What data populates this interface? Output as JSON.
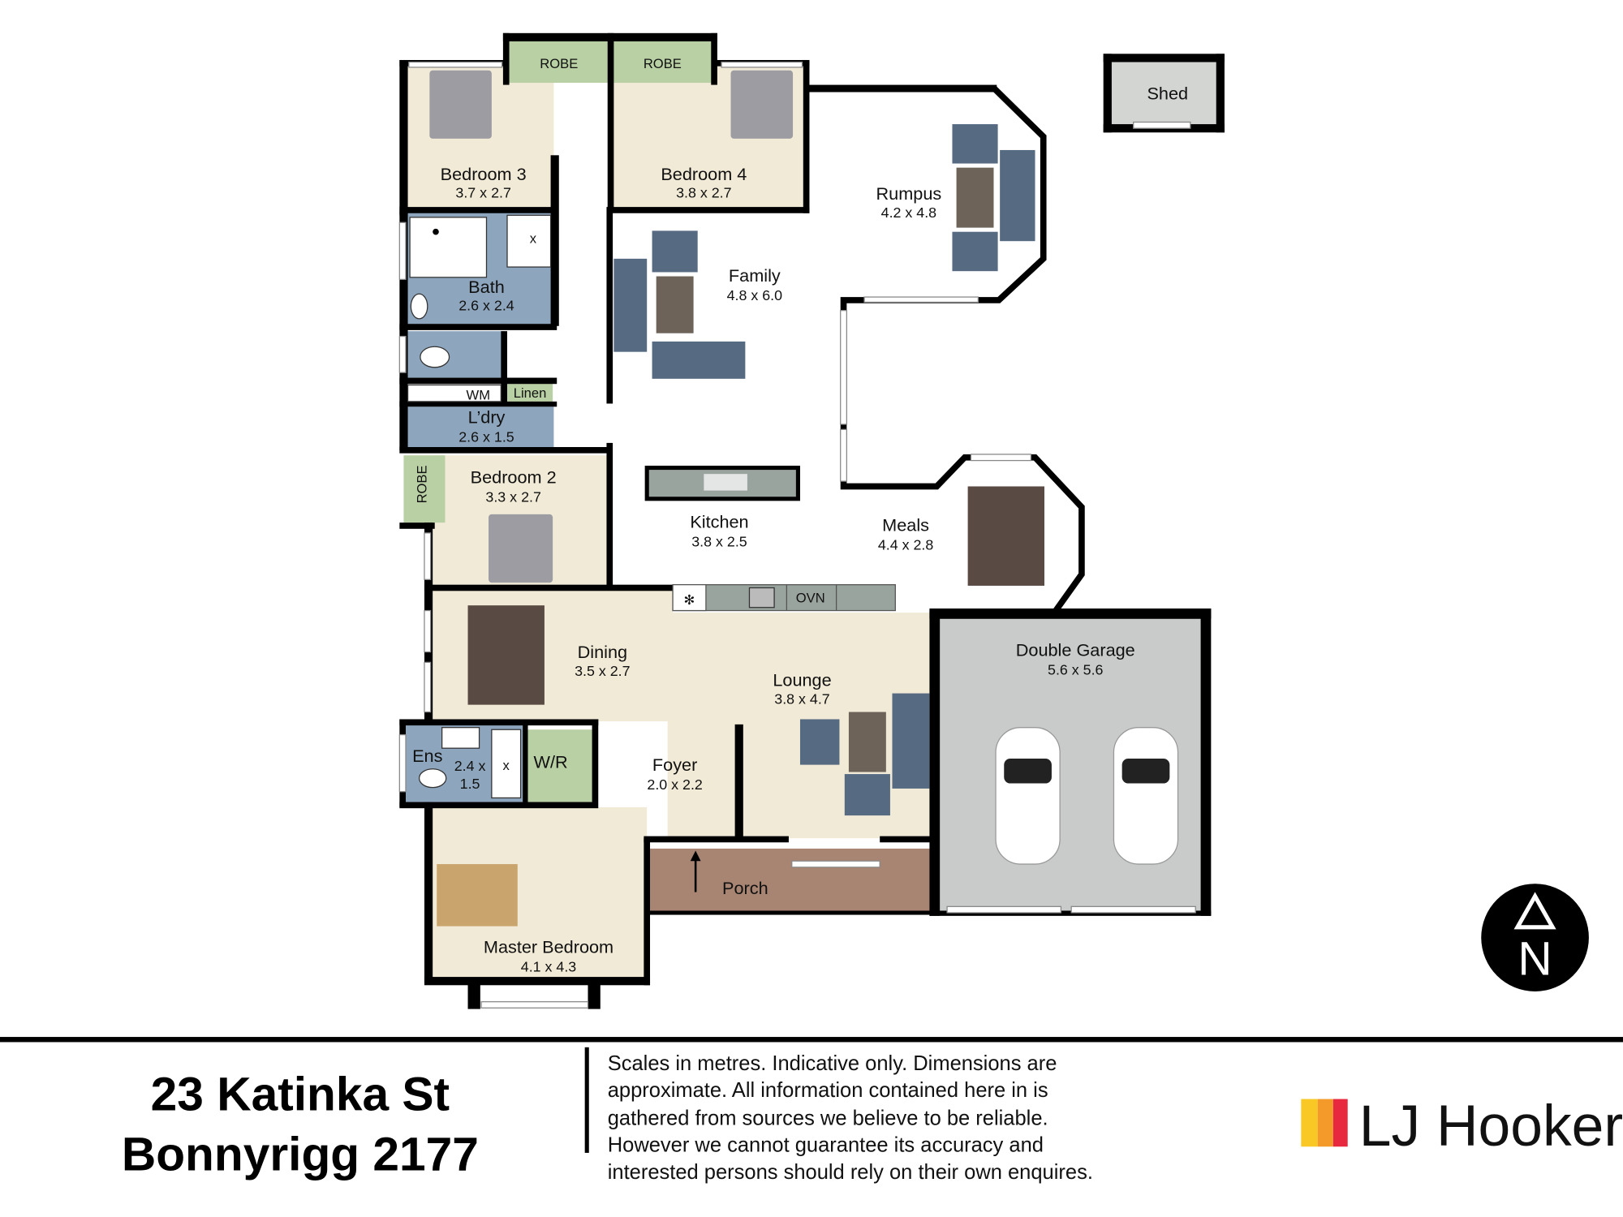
{
  "rooms": {
    "bedroom3": {
      "name": "Bedroom 3",
      "dim": "3.7 x 2.7"
    },
    "bedroom4": {
      "name": "Bedroom 4",
      "dim": "3.8 x 2.7"
    },
    "robe1": "ROBE",
    "robe2": "ROBE",
    "robe3": "ROBE",
    "rumpus": {
      "name": "Rumpus",
      "dim": "4.2 x 4.8"
    },
    "shed": "Shed",
    "family": {
      "name": "Family",
      "dim": "4.8 x 6.0"
    },
    "bath": {
      "name": "Bath",
      "dim": "2.6 x 2.4"
    },
    "wm": "WM",
    "linen": "Linen",
    "laundry": {
      "name": "L’dry",
      "dim": "2.6 x 1.5"
    },
    "bedroom2": {
      "name": "Bedroom 2",
      "dim": "3.3 x 2.7"
    },
    "kitchen": {
      "name": "Kitchen",
      "dim": "3.8 x 2.5"
    },
    "meals": {
      "name": "Meals",
      "dim": "4.4 x 2.8"
    },
    "oven": "OVN",
    "dining": {
      "name": "Dining",
      "dim": "3.5 x 2.7"
    },
    "lounge": {
      "name": "Lounge",
      "dim": "3.8 x 4.7"
    },
    "garage": {
      "name": "Double Garage",
      "dim": "5.6 x 5.6"
    },
    "ensuite": {
      "name": "Ens",
      "dim1": "2.4 x",
      "dim2": "1.5"
    },
    "walkin": "W/R",
    "foyer": {
      "name": "Foyer",
      "dim": "2.0 x 2.2"
    },
    "porch": "Porch",
    "master": {
      "name": "Master Bedroom",
      "dim": "4.1 x 4.3"
    },
    "shower_x": "x",
    "shower_x2": "x"
  },
  "footer": {
    "address_line1": "23 Katinka St",
    "address_line2": "Bonnyrigg 2177",
    "disclaimer": [
      "Scales in metres. Indicative only. Dimensions are",
      "approximate. All information contained here in is",
      "gathered from sources we believe to be reliable.",
      "However we cannot guarantee its accuracy and",
      "interested persons should rely on their own enquires."
    ],
    "brand": "LJ Hooker",
    "brand_colors": [
      "#f9c824",
      "#f39a2b",
      "#e8283f"
    ]
  },
  "compass": {
    "label": "N"
  },
  "colors": {
    "carpet": "#f1ead6",
    "tile": "#8ea6bd",
    "robe": "#b9d0a4",
    "garage": "#c8cbca",
    "porch": "#a88472"
  }
}
